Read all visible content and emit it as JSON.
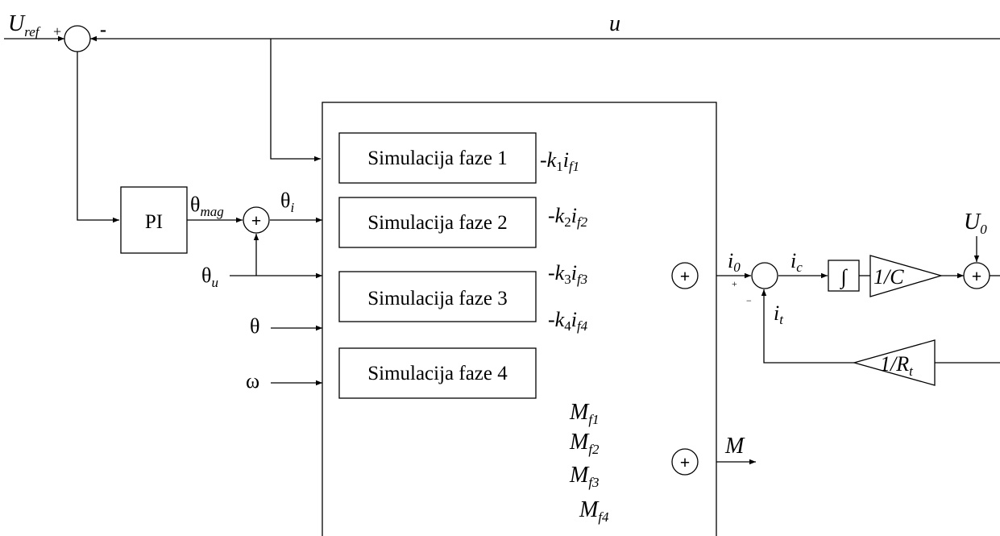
{
  "signals": {
    "u_ref": {
      "main": "U",
      "sub": "ref"
    },
    "u_ref_sign": "+",
    "u_fb_sign": "-",
    "u": "u",
    "theta_mag": {
      "main": "θ",
      "sub": "mag"
    },
    "theta_i": {
      "main": "θ",
      "sub": "i"
    },
    "theta_u": {
      "main": "θ",
      "sub": "u"
    },
    "theta": "θ",
    "omega": "ω",
    "u0": {
      "main": "U",
      "sub": "0"
    },
    "i0": {
      "main": "i",
      "sub": "0"
    },
    "i0_sign": "+",
    "it_sign": "−",
    "ic": {
      "main": "i",
      "sub": "c"
    },
    "it": {
      "main": "i",
      "sub": "t"
    },
    "M": "M"
  },
  "blocks": {
    "pi": "PI",
    "integrator": "∫",
    "gain_c": "1/C",
    "gain_rt": {
      "main": "1/R",
      "sub": "t"
    }
  },
  "phases": [
    {
      "label": "Simulacija faze 1",
      "out": {
        "pre": "-k",
        "k": "1",
        "i": "i",
        "f": "f1"
      }
    },
    {
      "label": "Simulacija faze 2",
      "out": {
        "pre": "-k",
        "k": "2",
        "i": "i",
        "f": "f2"
      }
    },
    {
      "label": "Simulacija faze 3",
      "out": {
        "pre": "-k",
        "k": "3",
        "i": "i",
        "f": "f3"
      }
    },
    {
      "label": "Simulacija faze 4",
      "out": {
        "pre": "-k",
        "k": "4",
        "i": "i",
        "f": "f4"
      }
    }
  ],
  "torques": [
    {
      "main": "M",
      "sub": "f1"
    },
    {
      "main": "M",
      "sub": "f2"
    },
    {
      "main": "M",
      "sub": "f3"
    },
    {
      "main": "M",
      "sub": "f4"
    }
  ]
}
